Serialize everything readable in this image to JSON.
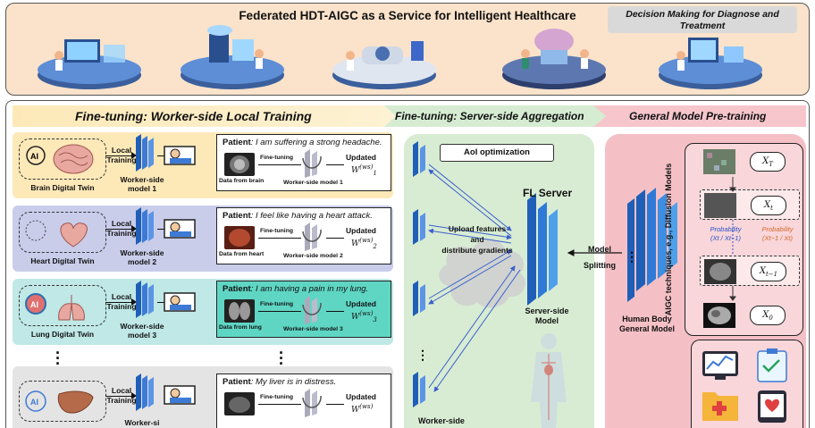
{
  "banner": {
    "title": "Federated HDT-AIGC as a Service for Intelligent Healthcare",
    "decision": "Decision Making for Diagnose and Treatment"
  },
  "sections": {
    "worker": "Fine-tuning: Worker-side Local Training",
    "server": "Fine-tuning: Server-side Aggregation",
    "general": "General Model Pre-training"
  },
  "rows": [
    {
      "twin": "Brain Digital Twin",
      "local": [
        "Local",
        "Training"
      ],
      "model": [
        "Worker-side",
        "model 1"
      ],
      "patient": "Patient",
      "quote": ": I am suffering a strong headache.",
      "data": "Data from brain",
      "finetune": "Fine-tuning",
      "updated": "Updated",
      "weight": "W",
      "weight_sup": "(ws)",
      "weight_sub": "1",
      "wsm": "Worker-side model 1",
      "bg": "#fde9b8"
    },
    {
      "twin": "Heart Digital Twin",
      "local": [
        "Local",
        "Training"
      ],
      "model": [
        "Worker-side",
        "model 2"
      ],
      "patient": "Patient",
      "quote": ": I feel like having a heart attack.",
      "data": "Data from heart",
      "finetune": "Fine-tuning",
      "updated": "Updated",
      "weight": "W",
      "weight_sup": "(ws)",
      "weight_sub": "2",
      "wsm": "Worker-side model 2",
      "bg": "#c9cdea"
    },
    {
      "twin": "Lung Digital Twin",
      "local": [
        "Local",
        "Training"
      ],
      "model": [
        "Worker-side",
        "model 3"
      ],
      "patient": "Patient",
      "quote": ": I am having a pain in my lung.",
      "data": "Data from lung",
      "finetune": "Fine-tuning",
      "updated": "Updated",
      "weight": "W",
      "weight_sup": "(ws)",
      "weight_sub": "3",
      "wsm": "Worker-side model 3",
      "bg": "#bfe8e6"
    },
    {
      "twin": "",
      "local": [
        "Local",
        "Training"
      ],
      "model": [
        "Worker-si",
        ""
      ],
      "patient": "Patient",
      "quote": ": My liver is in distress.",
      "data": "",
      "finetune": "Fine-tuning",
      "updated": "Updated",
      "weight": "W",
      "weight_sup": "(ws)",
      "weight_sub": "",
      "wsm": "",
      "bg": "#e4e4e4"
    }
  ],
  "server": {
    "aoi": "AoI optimization",
    "upload": [
      "Upload features",
      "and",
      "distribute gradients"
    ],
    "fl_server": "FL Server",
    "server_model": [
      "Server-side",
      "Model"
    ],
    "worker_cut": "Worker-side"
  },
  "general": {
    "model_split": [
      "Model",
      "Splitting"
    ],
    "human": [
      "Human Body",
      "General Model"
    ],
    "aigc": "AIGC techniques, e.g., Diffusion Models",
    "steps": [
      {
        "x": "X",
        "sub": "T"
      },
      {
        "x": "X",
        "sub": "t"
      },
      {
        "x": "X",
        "sub": "t−1"
      },
      {
        "x": "X",
        "sub": "0"
      }
    ],
    "prob_left": [
      "Probability",
      "(Xt / Xt−1)"
    ],
    "prob_right": [
      "Probability",
      "(Xt−1 / Xt)"
    ]
  },
  "colors": {
    "banner": "#fbe3cb",
    "server_panel": "#d8ecd3",
    "general_panel": "#f4c0c6",
    "model_blue": "#1f5fb8",
    "arrow_blue": "#3a5fcd",
    "prob_left": "#2b52c8",
    "prob_right": "#d46a2a"
  }
}
